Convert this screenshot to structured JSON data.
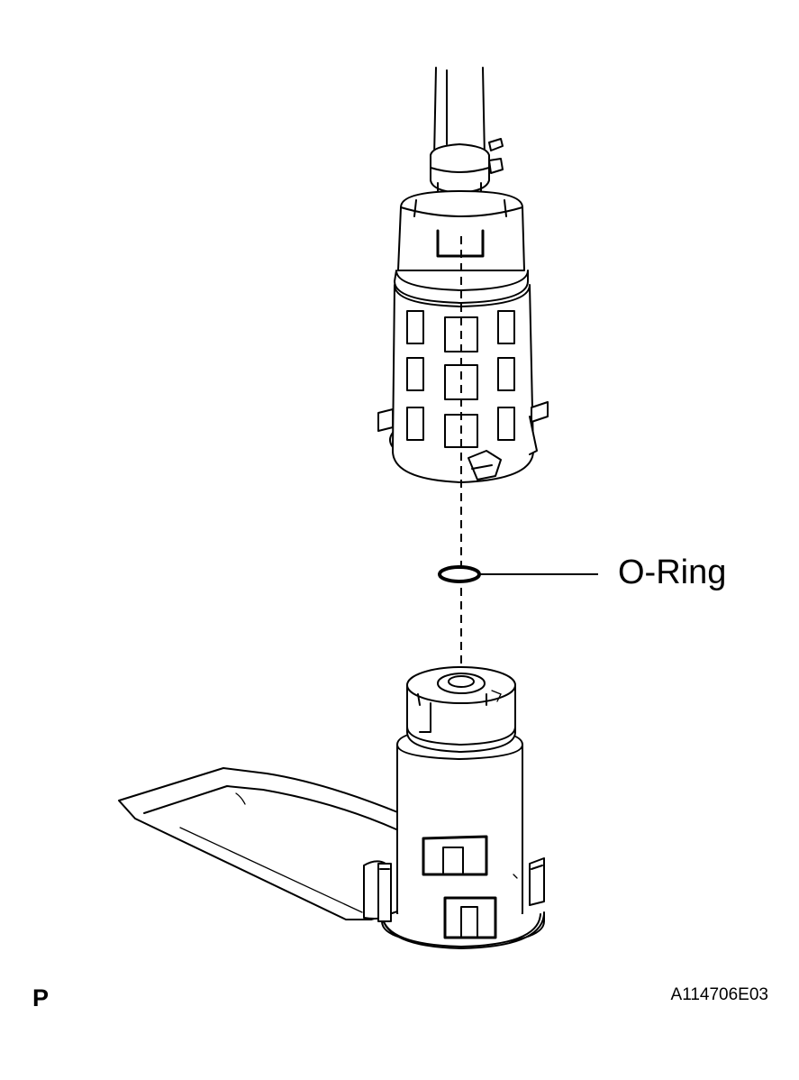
{
  "callout": {
    "label": "O-Ring"
  },
  "page_marker": "P",
  "figure_code": "A114706E03"
}
